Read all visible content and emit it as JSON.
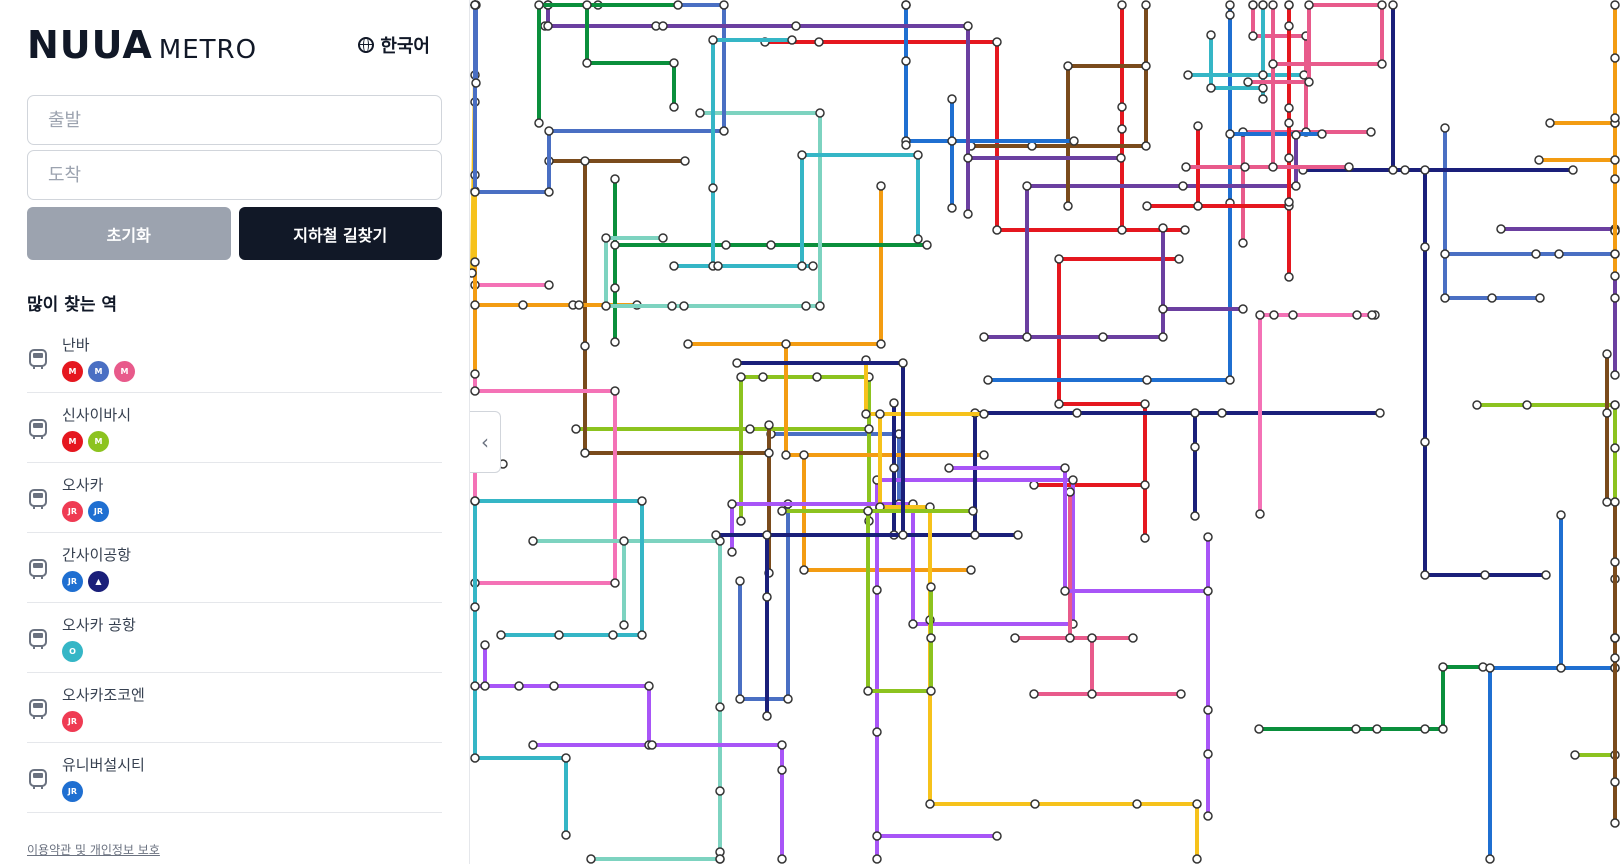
{
  "brand": {
    "main": "NUUA",
    "sub": "METRO"
  },
  "language": {
    "label": "한국어",
    "icon": "globe-icon"
  },
  "route_form": {
    "origin_placeholder": "출발",
    "destination_placeholder": "도착",
    "reset_label": "초기화",
    "search_label": "지하철 길찾기"
  },
  "popular": {
    "title": "많이 찾는 역",
    "stations": [
      {
        "name": "난바",
        "lines": [
          {
            "mark": "M",
            "color": "#e5171f"
          },
          {
            "mark": "M",
            "color": "#4a6fc3"
          },
          {
            "mark": "M",
            "color": "#e85a8b"
          }
        ]
      },
      {
        "name": "신사이바시",
        "lines": [
          {
            "mark": "M",
            "color": "#e5171f"
          },
          {
            "mark": "M",
            "color": "#8cc31f"
          }
        ]
      },
      {
        "name": "오사카",
        "lines": [
          {
            "mark": "JR",
            "color": "#ef3b53"
          },
          {
            "mark": "JR",
            "color": "#1f6fd1"
          }
        ]
      },
      {
        "name": "간사이공항",
        "lines": [
          {
            "mark": "JR",
            "color": "#1f6fd1"
          },
          {
            "mark": "▲",
            "color": "#1a1f7a"
          }
        ]
      },
      {
        "name": "오사카 공항",
        "lines": [
          {
            "mark": "O",
            "color": "#35b6c6"
          }
        ]
      },
      {
        "name": "오사카조코엔",
        "lines": [
          {
            "mark": "JR",
            "color": "#ef3b53"
          }
        ]
      },
      {
        "name": "유니버설시티",
        "lines": [
          {
            "mark": "JR",
            "color": "#1f6fd1"
          }
        ]
      }
    ]
  },
  "footer": {
    "terms": "이용약관 및 개인정보 보호"
  },
  "map": {
    "line_colors": [
      "#e5171f",
      "#4a6fc3",
      "#e85a8b",
      "#8cc31f",
      "#1f6fd1",
      "#f39c12",
      "#6b3fa0",
      "#0a8f3c",
      "#35b6c6",
      "#7a4b1c",
      "#a855f7",
      "#1a1f7a",
      "#f6c21b",
      "#f472b6",
      "#7dd3c0"
    ]
  }
}
